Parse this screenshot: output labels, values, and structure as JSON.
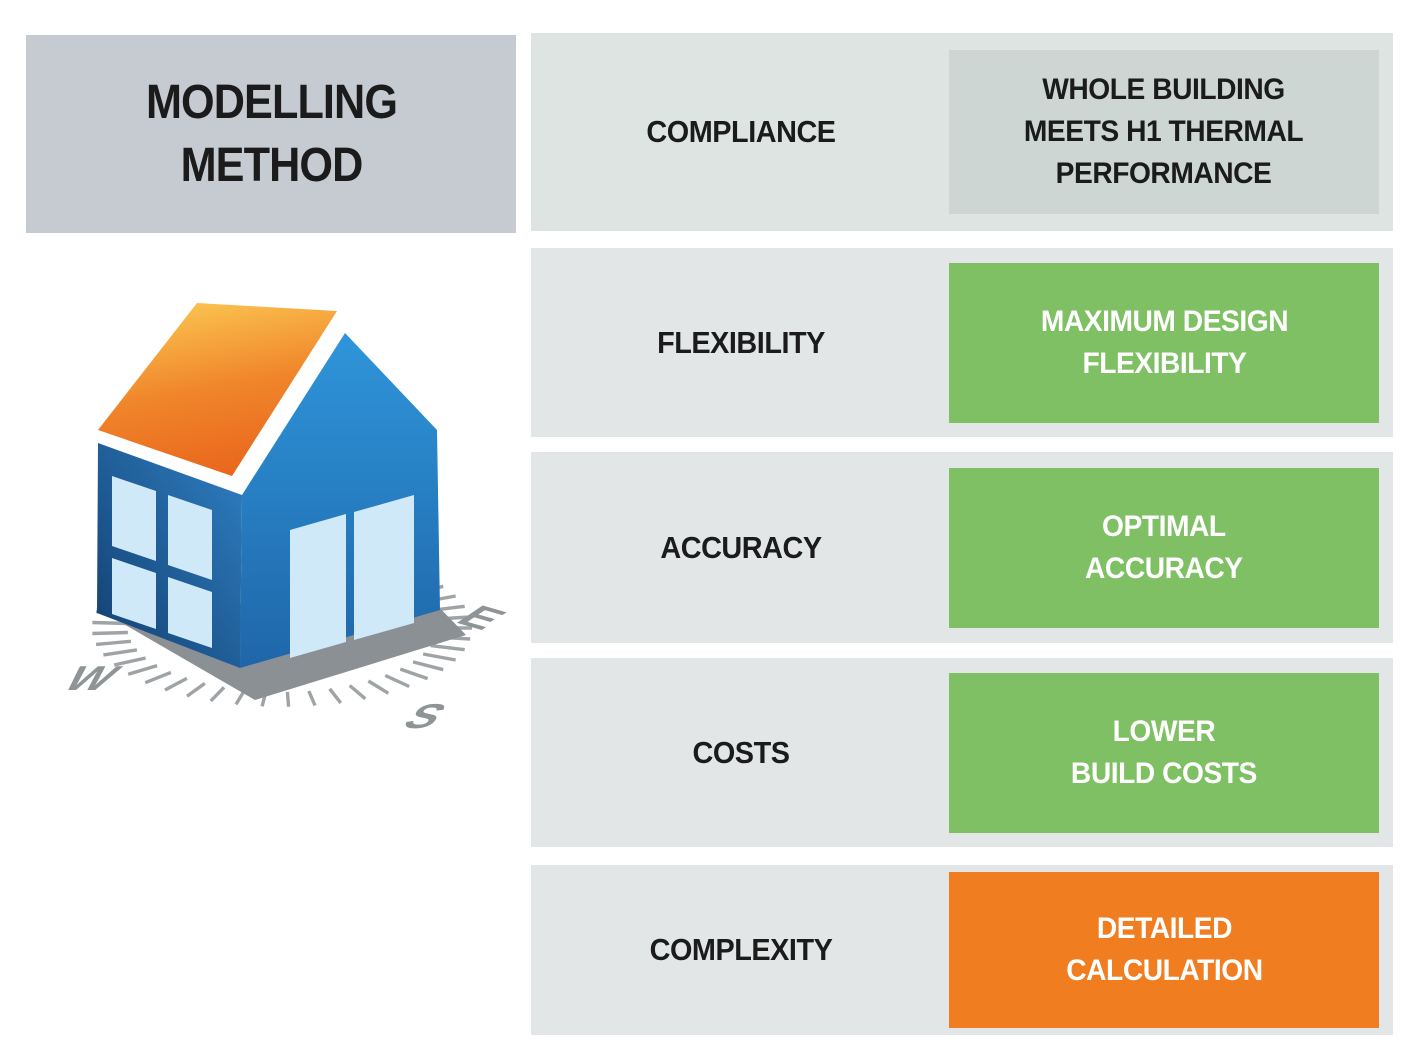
{
  "panel": {
    "title": "MODELLING\nMETHOD"
  },
  "illustration": {
    "description": "isometric-house-on-compass",
    "compass": {
      "west": "W",
      "south": "S",
      "east": "E"
    }
  },
  "rows": [
    {
      "label": "COMPLIANCE",
      "value": "WHOLE BUILDING\nMEETS H1 THERMAL\nPERFORMANCE",
      "status": "neutral"
    },
    {
      "label": "FLEXIBILITY",
      "value": "MAXIMUM DESIGN\nFLEXIBILITY",
      "status": "positive"
    },
    {
      "label": "ACCURACY",
      "value": "OPTIMAL\nACCURACY",
      "status": "positive"
    },
    {
      "label": "COSTS",
      "value": "LOWER\nBUILD COSTS",
      "status": "positive"
    },
    {
      "label": "COMPLEXITY",
      "value": "DETAILED\nCALCULATION",
      "status": "negative"
    }
  ],
  "colors": {
    "header_bg": "#C5CBD1",
    "row_bg": "#E2E6E7",
    "compliance_row_bg": "#DDE4E2",
    "neutral_box": "#CDD6D2",
    "positive_box": "#7EC063",
    "negative_box": "#F07D20",
    "roof_orange_top": "#FBC451",
    "roof_orange_bottom": "#E9661C",
    "wall_blue_light": "#2F95DA",
    "wall_blue_dark": "#123E6F",
    "window_blue": "#CFE9F8",
    "shadow_gray": "#8B9094",
    "compass_gray": "#9EA3A5",
    "text_dark": "#1B1B1B",
    "text_light": "#FFFFFF"
  }
}
